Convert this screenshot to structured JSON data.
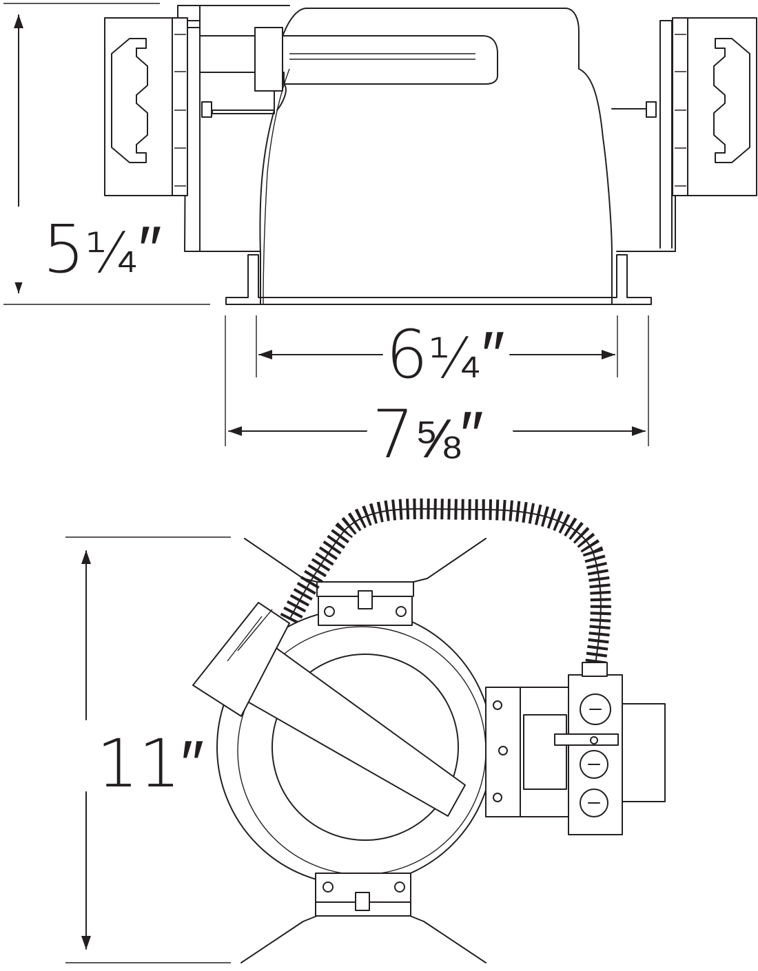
{
  "side_view": {
    "height_dim": {
      "whole": "5",
      "fraction": "¼",
      "inch_mark": "″"
    },
    "inner_width_dim": {
      "whole": "6",
      "fraction": "¼",
      "inch_mark": "″"
    },
    "outer_width_dim": {
      "whole": "7",
      "fraction": "⅝",
      "inch_mark": "″"
    }
  },
  "top_view": {
    "length_dim": {
      "text": "11″"
    }
  },
  "colors": {
    "line": "#231f20",
    "background": "#ffffff"
  }
}
